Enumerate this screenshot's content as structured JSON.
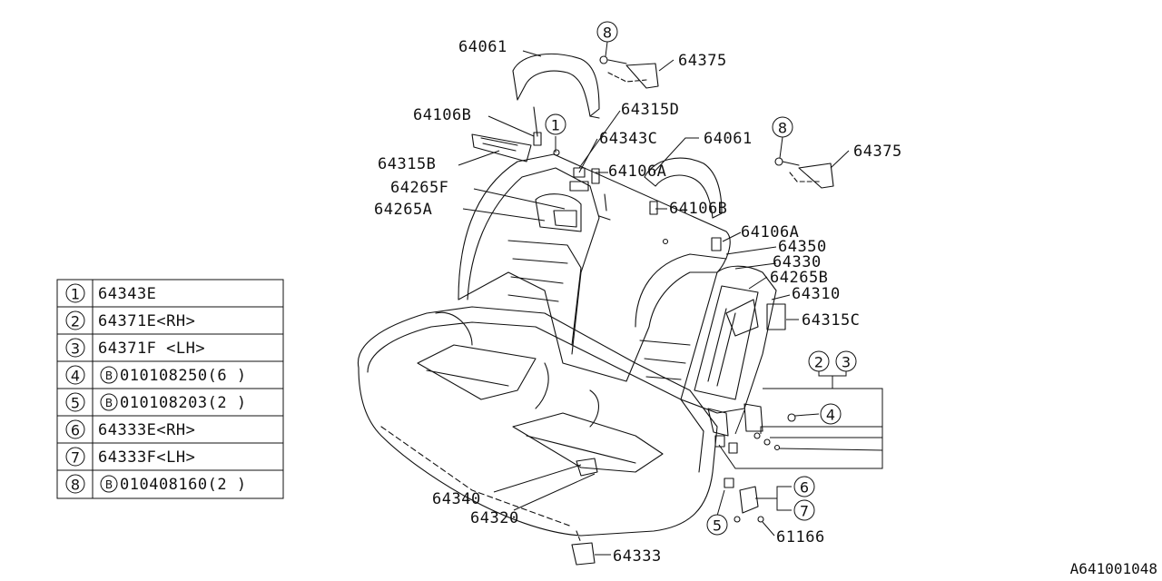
{
  "labels": {
    "l64061a": "64061",
    "l64375a": "64375",
    "l64106b_top": "64106B",
    "l64315d": "64315D",
    "l64343c": "64343C",
    "l64061b": "64061",
    "l64375b": "64375",
    "l64315b": "64315B",
    "l64106a_a": "64106A",
    "l64265f": "64265F",
    "l64265a": "64265A",
    "l64106b_b": "64106B",
    "l64106a_b": "64106A",
    "l64350": "64350",
    "l64330": "64330",
    "l64265b": "64265B",
    "l64310": "64310",
    "l64315c": "64315C",
    "l64340": "64340",
    "l64320": "64320",
    "l64333": "64333",
    "l61166": "61166"
  },
  "callouts": {
    "c1": "1",
    "c2": "2",
    "c3": "3",
    "c4": "4",
    "c5": "5",
    "c6": "6",
    "c7": "7",
    "c8a": "8",
    "c8b": "8"
  },
  "legend": [
    {
      "num": "1",
      "code": "64343E",
      "bolt": "",
      "qty": ""
    },
    {
      "num": "2",
      "code": "64371E<RH>",
      "bolt": "",
      "qty": ""
    },
    {
      "num": "3",
      "code": "64371F <LH>",
      "bolt": "",
      "qty": ""
    },
    {
      "num": "4",
      "code": "010108250(6 )",
      "bolt": "B",
      "qty": ""
    },
    {
      "num": "5",
      "code": "010108203(2 )",
      "bolt": "B",
      "qty": ""
    },
    {
      "num": "6",
      "code": "64333E<RH>",
      "bolt": "",
      "qty": ""
    },
    {
      "num": "7",
      "code": "64333F<LH>",
      "bolt": "",
      "qty": ""
    },
    {
      "num": "8",
      "code": "010408160(2 )",
      "bolt": "B",
      "qty": ""
    }
  ],
  "diagram_id": "A641001048"
}
